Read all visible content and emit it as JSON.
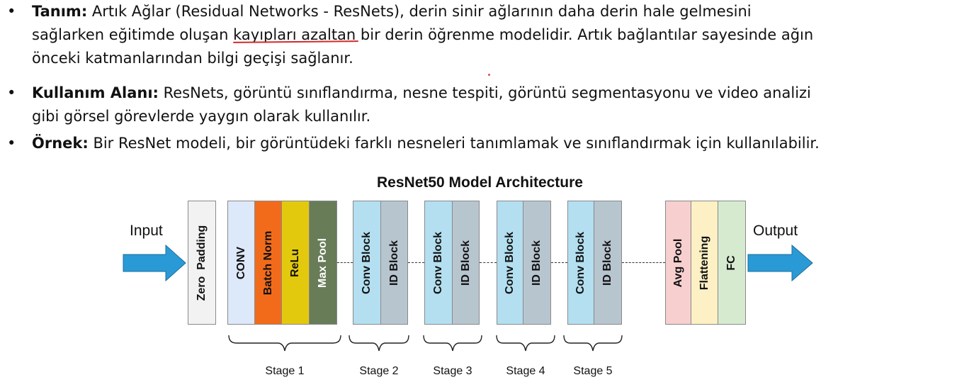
{
  "bullets": [
    {
      "term": "Tanım:",
      "lines": [
        " Artık Ağlar (Residual Networks - ResNets), derin sinir ağlarının daha derin hale gelmesini",
        "sağlarken eğitimde oluşan ",
        "kayıpları azaltan",
        " bir derin öğrenme modelidir. Artık bağlantılar sayesinde ağın",
        "önceki katmanlarından bilgi geçişi sağlanır."
      ]
    },
    {
      "term": "Kullanım Alanı:",
      "lines": [
        " ResNets, görüntü sınıflandırma, nesne tespiti, görüntü segmentasyonu ve video analizi",
        "gibi görsel görevlerde yaygın olarak kullanılır."
      ]
    },
    {
      "term": "Örnek:",
      "lines": [
        " Bir ResNet modeli, bir görüntüdeki farklı nesneleri tanımlamak ve sınıflandırmak için kullanılabilir."
      ]
    }
  ],
  "bullet_symbol": "•",
  "diagram": {
    "title": "ResNet50 Model Architecture",
    "input_label": "Input",
    "output_label": "Output",
    "arrow_color": "#2a9ad6",
    "blocks": [
      {
        "label": "Zero  Padding",
        "color": "#f2f2f2"
      },
      {
        "label": "CONV",
        "color": "#dde8fa"
      },
      {
        "label": "Batch Norm",
        "color": "#f26b1b"
      },
      {
        "label": "ReLu",
        "color": "#e3c90e"
      },
      {
        "label": "Max Pool",
        "color": "#687c58"
      },
      {
        "label": "Conv Block",
        "color": "#b3dff0"
      },
      {
        "label": "ID Block",
        "color": "#b7c5cf"
      },
      {
        "label": "Conv Block",
        "color": "#b3dff0"
      },
      {
        "label": "ID Block",
        "color": "#b7c5cf"
      },
      {
        "label": "Conv Block",
        "color": "#b3dff0"
      },
      {
        "label": "ID Block",
        "color": "#b7c5cf"
      },
      {
        "label": "Conv Block",
        "color": "#b3dff0"
      },
      {
        "label": "ID Block",
        "color": "#b7c5cf"
      },
      {
        "label": "Avg Pool",
        "color": "#f7cfcf"
      },
      {
        "label": "Flattening",
        "color": "#fdf0c4"
      },
      {
        "label": "FC",
        "color": "#d6ead0"
      }
    ],
    "stages": [
      "Stage 1",
      "Stage 2",
      "Stage 3",
      "Stage 4",
      "Stage 5"
    ]
  }
}
